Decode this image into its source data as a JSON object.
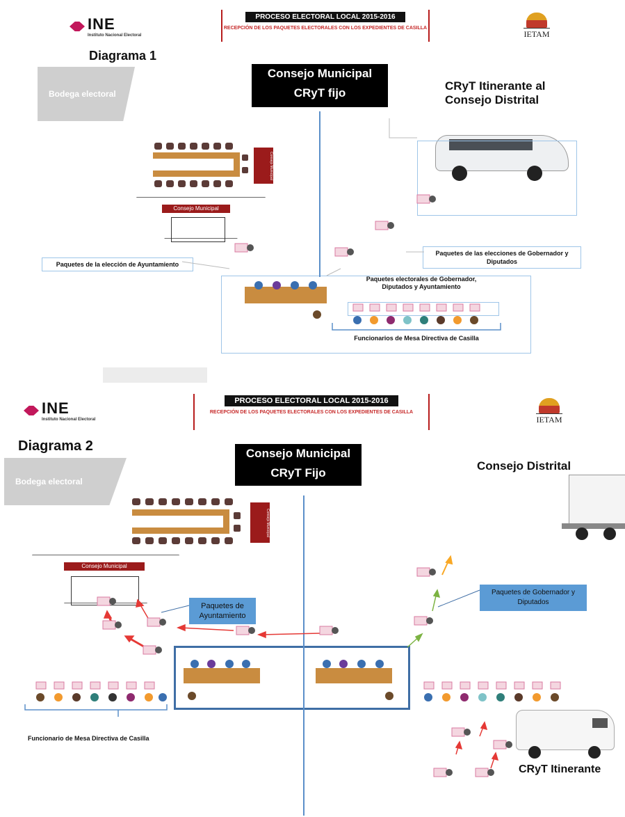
{
  "logos": {
    "ine_word": "INE",
    "ine_sub": "Instituto Nacional Electoral",
    "ietam_word": "IETAM"
  },
  "header": {
    "title": "PROCESO ELECTORAL LOCAL 2015-2016",
    "subtitle": "RECEPCIÓN DE LOS PAQUETES ELECTORALES CON LOS EXPEDIENTES DE CASILLA"
  },
  "diagram1": {
    "title": "Diagrama 1",
    "bodega": "Bodega electoral",
    "center_line1": "Consejo Municipal",
    "center_line2": "CRyT fijo",
    "right_title_line1": "CRyT Itinerante al",
    "right_title_line2": "Consejo Distrital",
    "council_sign": "Consejo Municipal",
    "podium_label": "Consejo Municipal",
    "label_ayuntamiento": "Paquetes de la elección de Ayuntamiento",
    "label_gobernador": "Paquetes de las elecciones de Gobernador y Diputados",
    "label_paquetes_all": "Paquetes electorales de Gobernador, Diputados y Ayuntamiento",
    "label_funcionarios": "Funcionarios de Mesa Directiva de Casilla"
  },
  "diagram2": {
    "title": "Diagrama 2",
    "bodega": "Bodega electoral",
    "center_line1": "Consejo Municipal",
    "center_line2": "CRyT Fijo",
    "right_title": "Consejo  Distrital",
    "council_sign": "Consejo Municipal",
    "podium_label": "Consejo Municipal",
    "label_ayuntamiento": "Paquetes de Ayuntamiento",
    "label_gobernador": "Paquetes de Gobernador y Diputados",
    "label_funcionario": "Funcionario de Mesa Directiva de Casilla",
    "crty_itinerante": "CRyT Itinerante"
  },
  "colors": {
    "brand_ine": "#c2185b",
    "accent_red": "#9b1b1b",
    "table": "#c98c40",
    "blue_label": "#5b9bd5",
    "divider": "#5b8fc9"
  }
}
